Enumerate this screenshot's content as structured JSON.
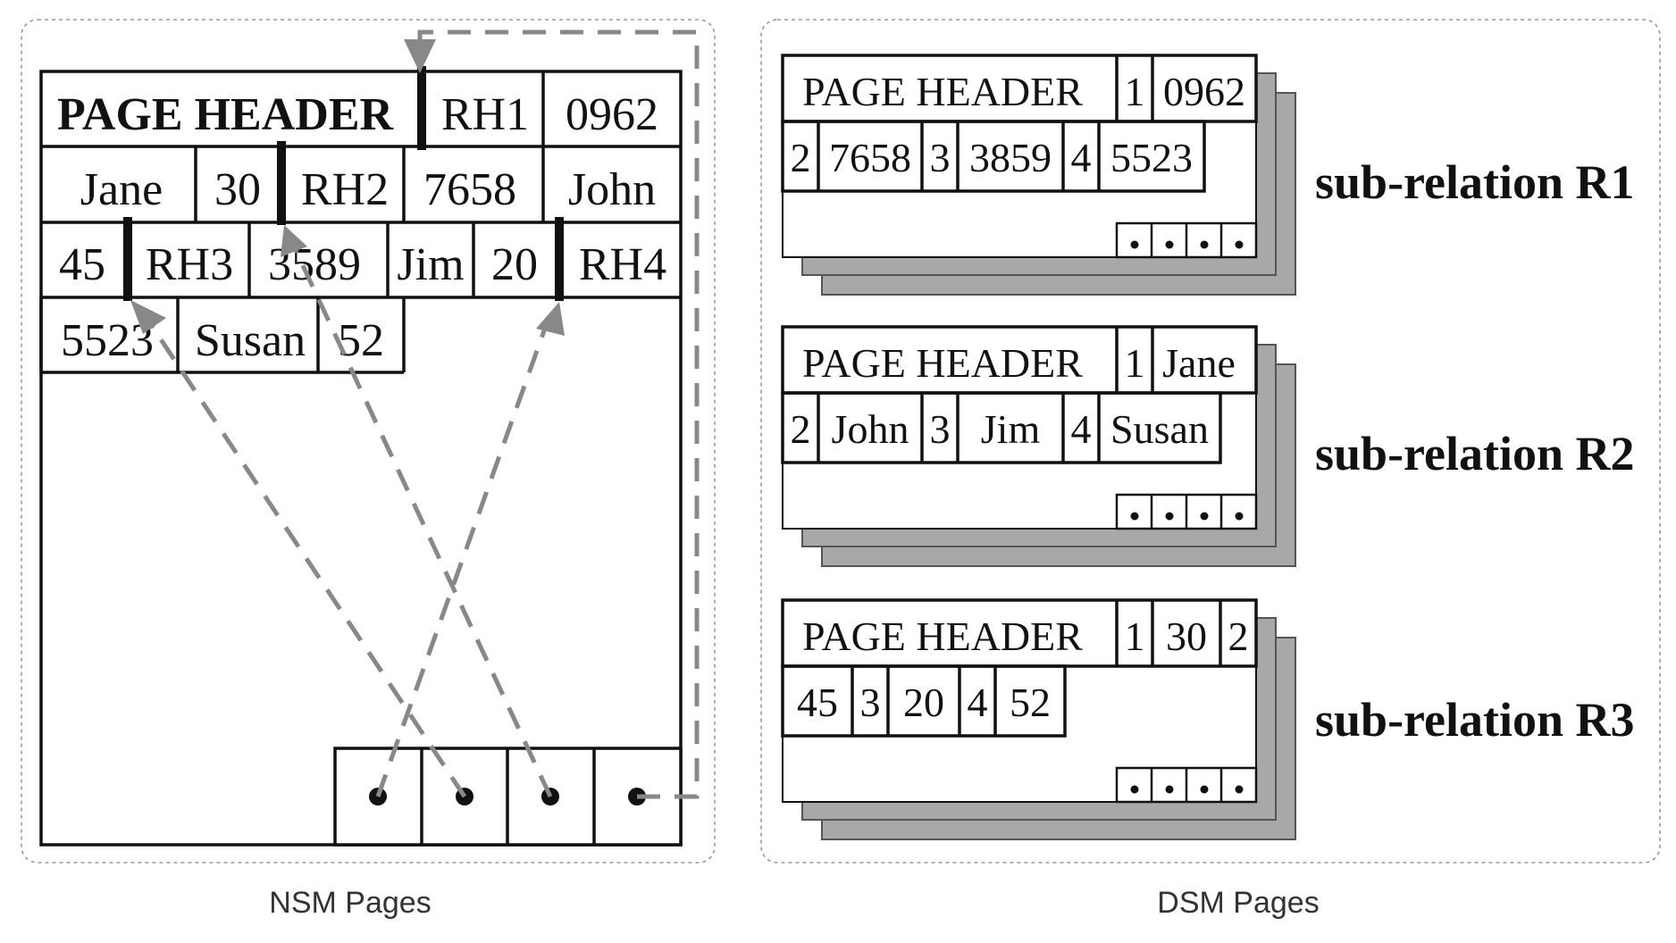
{
  "nsm": {
    "caption": "NSM Pages",
    "header": "PAGE HEADER",
    "row1": [
      "RH1",
      "0962"
    ],
    "row2": [
      "Jane",
      "30",
      "RH2",
      "7658",
      "John"
    ],
    "row3": [
      "45",
      "RH3",
      "3589",
      "Jim",
      "20",
      "RH4"
    ],
    "row4": [
      "5523",
      "Susan",
      "52"
    ]
  },
  "dsm": {
    "caption": "DSM Pages",
    "pages": [
      {
        "label": "sub-relation R1",
        "header": "PAGE HEADER",
        "row1": [
          "1",
          "0962"
        ],
        "row2": [
          "2",
          "7658",
          "3",
          "3859",
          "4",
          "5523"
        ]
      },
      {
        "label": "sub-relation R2",
        "header": "PAGE HEADER",
        "row1": [
          "1",
          "Jane"
        ],
        "row2": [
          "2",
          "John",
          "3",
          "Jim",
          "4",
          "Susan"
        ]
      },
      {
        "label": "sub-relation R3",
        "header": "PAGE HEADER",
        "row1": [
          "1",
          "30",
          "2"
        ],
        "row2": [
          "45",
          "3",
          "20",
          "4",
          "52"
        ]
      }
    ]
  },
  "colors": {
    "arrow": "#888888",
    "shadow": "#a8a8a8",
    "ink": "#111111"
  }
}
